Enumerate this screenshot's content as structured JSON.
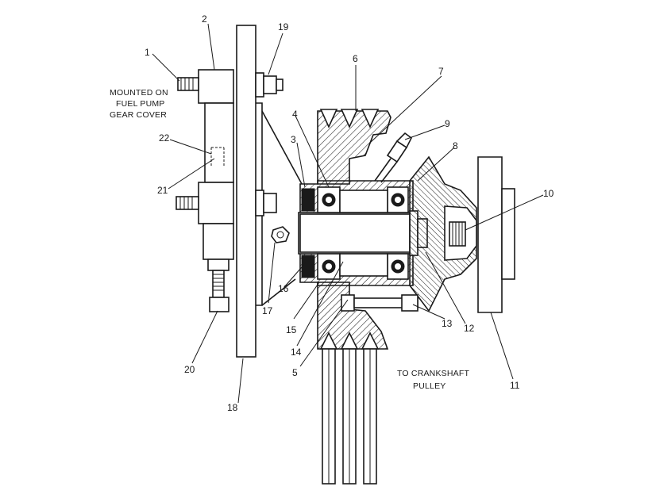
{
  "callouts": {
    "c1": "1",
    "c2": "2",
    "c3": "3",
    "c4": "4",
    "c5": "5",
    "c6": "6",
    "c7": "7",
    "c8": "8",
    "c9": "9",
    "c10": "10",
    "c11": "11",
    "c12": "12",
    "c13": "13",
    "c14": "14",
    "c15": "15",
    "c16": "16",
    "c17": "17",
    "c18": "18",
    "c19": "19",
    "c20": "20",
    "c21": "21",
    "c22": "22"
  },
  "notes": {
    "mounted_line1": "MOUNTED ON",
    "mounted_line2": "FUEL PUMP",
    "mounted_line3": "GEAR COVER",
    "crank_line1": "TO CRANKSHAFT",
    "crank_line2": "PULLEY"
  }
}
